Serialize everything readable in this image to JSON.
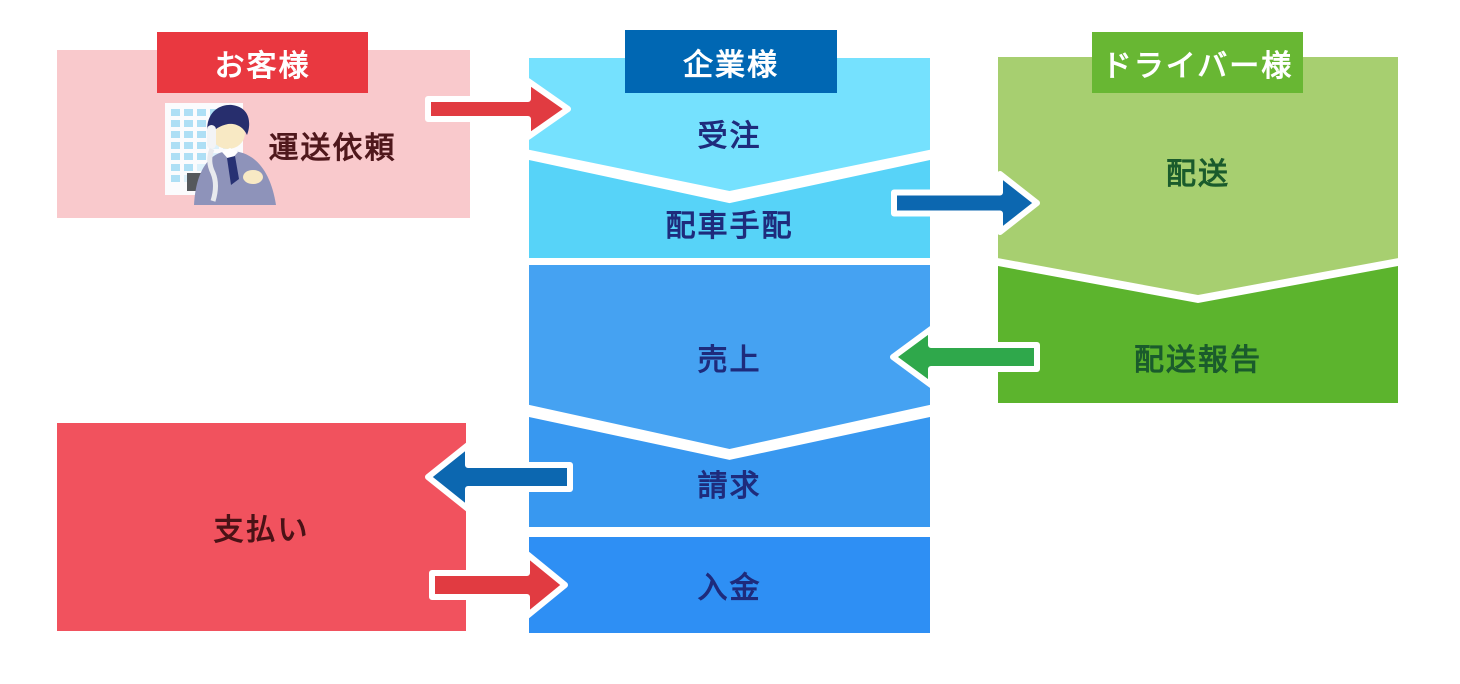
{
  "customer": {
    "header": "お客様",
    "request_label": "運送依頼",
    "payment_label": "支払い"
  },
  "company": {
    "header": "企業様",
    "steps": {
      "order": "受注",
      "dispatch": "配車手配",
      "sales": "売上",
      "billing": "請求",
      "deposit": "入金"
    }
  },
  "driver": {
    "header": "ドライバー様",
    "steps": {
      "delivery": "配送",
      "report": "配送報告"
    }
  },
  "icons": {
    "customer_icon": "office-worker-on-phone-with-building-icon"
  },
  "colors": {
    "customer_header": "#e93840",
    "customer_box": "#f9c9cc",
    "payment_box": "#f1525e",
    "company_header": "#0067b3",
    "step_order": "#75e1fe",
    "step_dispatch": "#57d3f8",
    "step_sales": "#45a2f2",
    "step_billing": "#3898f0",
    "step_deposit": "#2e8ff4",
    "driver_header": "#68b733",
    "driver_delivery_box": "#a7cf70",
    "driver_report_box": "#5cb42d",
    "arrow_red": "#e13b41",
    "arrow_blue": "#0c67b0",
    "arrow_green": "#2fa84b"
  }
}
